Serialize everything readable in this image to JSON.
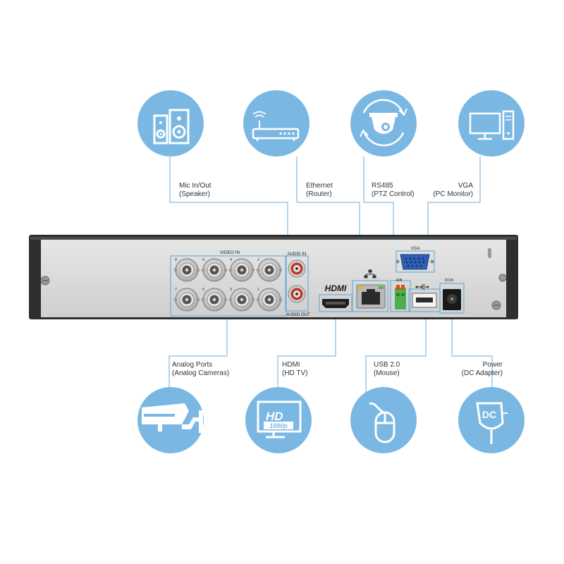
{
  "colors": {
    "circle": "#7ab8e3",
    "line": "#6aaedc",
    "chassis_edge": "#2e2e2e",
    "panel": "#d8d8d8",
    "icon": "#ffffff"
  },
  "panel": {
    "video_in": "VIDEO IN",
    "audio_in": "AUDIO IN",
    "audio_out": "AUDIO OUT",
    "hdmi_logo": "HDMI",
    "vga": "VGA",
    "ab": "A/B",
    "dcin": "DCIN",
    "bnc_top": [
      "8",
      "6",
      "4",
      "2"
    ],
    "bnc_bottom": [
      "7",
      "5",
      "3",
      "1"
    ]
  },
  "connections": [
    {
      "id": "mic",
      "title": "Mic In/Out",
      "subtitle": "(Speaker)",
      "icon": "speaker-icon"
    },
    {
      "id": "ethernet",
      "title": "Ethernet",
      "subtitle": "(Router)",
      "icon": "router-icon"
    },
    {
      "id": "rs485",
      "title": "RS485",
      "subtitle": "(PTZ Control)",
      "icon": "ptz-camera-icon"
    },
    {
      "id": "vga",
      "title": "VGA",
      "subtitle": "(PC Monitor)",
      "icon": "pc-monitor-icon"
    },
    {
      "id": "analog",
      "title": "Analog Ports",
      "subtitle": "(Analog Cameras)",
      "icon": "bullet-camera-icon"
    },
    {
      "id": "hdmi",
      "title": "HDMI",
      "subtitle": "(HD TV)",
      "icon": "hd-tv-icon"
    },
    {
      "id": "usb",
      "title": "USB 2.0",
      "subtitle": "(Mouse)",
      "icon": "mouse-icon"
    },
    {
      "id": "power",
      "title": "Power",
      "subtitle": "(DC Adapter)",
      "icon": "dc-adapter-icon"
    }
  ],
  "icon_text": {
    "hd": "HD",
    "p1080": "1080p",
    "dc": "DC"
  }
}
